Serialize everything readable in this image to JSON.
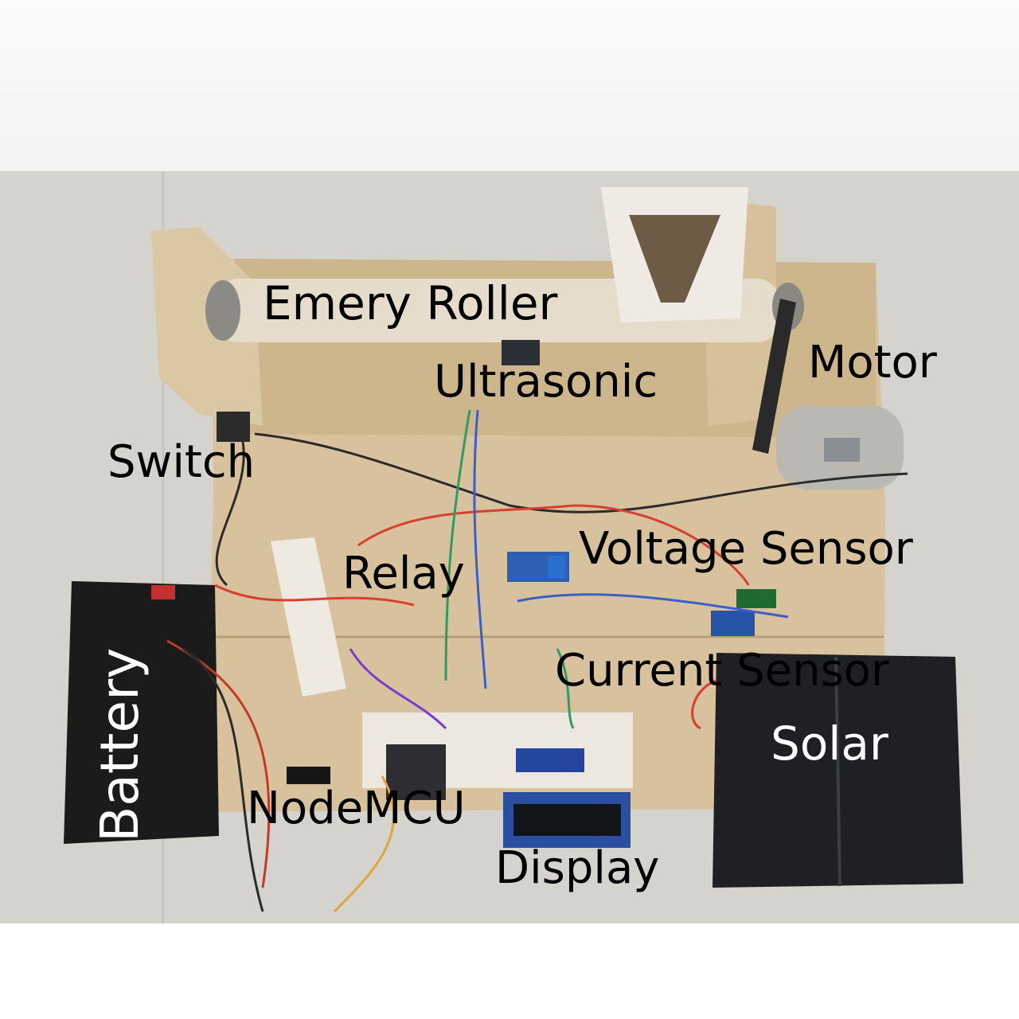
{
  "labels": {
    "emery_roller": "Emery Roller",
    "ultrasonic": "Ultrasonic",
    "motor": "Motor",
    "switch": "Switch",
    "relay": "Relay",
    "voltage_sensor": "Voltage Sensor",
    "current_sensor": "Current Sensor",
    "solar": "Solar",
    "battery": "Battery",
    "nodemcu": "NodeMCU",
    "display": "Display"
  },
  "colors": {
    "label_text": "#000000",
    "label_text_on_dark": "#ffffff",
    "wood": "#d9c4a0",
    "panel": "#1d1f22",
    "battery": "#1a1a1a",
    "background": "#d6d4cf"
  }
}
